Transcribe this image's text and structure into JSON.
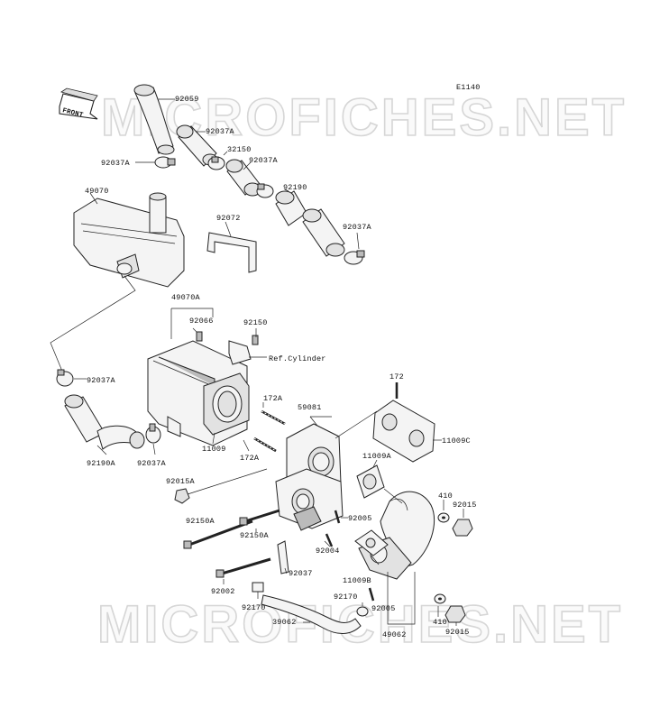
{
  "diagram": {
    "code": "E1140",
    "front_label": "FRONT",
    "watermark": "MICROFICHES.NET",
    "ref_label": "Ref.Cylinder",
    "parts": [
      "92059",
      "92037A",
      "32150",
      "92037A",
      "92037A",
      "92190",
      "92037A",
      "49070",
      "92072",
      "49070A",
      "92066",
      "92150",
      "92037A",
      "92190A",
      "92037A",
      "11009",
      "172A",
      "172A",
      "59081",
      "172",
      "11009C",
      "11009A",
      "92015A",
      "410",
      "92015",
      "92150A",
      "92150A",
      "92005",
      "92004",
      "92037",
      "11009B",
      "92002",
      "92170",
      "92170",
      "92005",
      "39062",
      "49062",
      "410",
      "92015"
    ]
  }
}
